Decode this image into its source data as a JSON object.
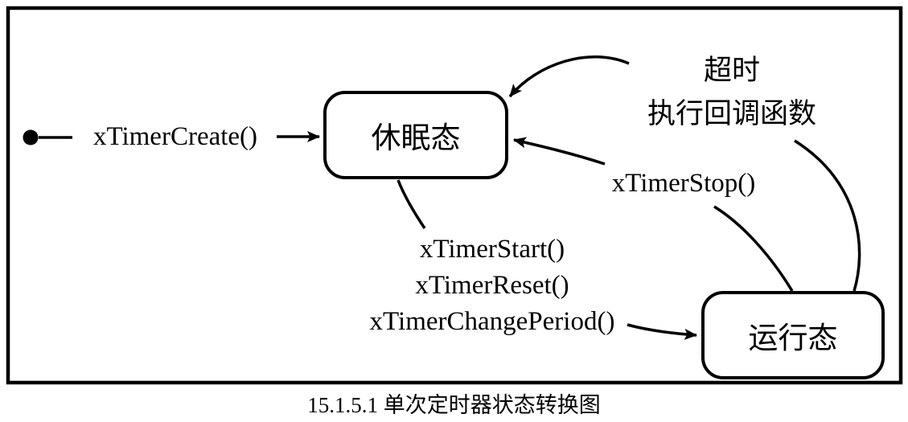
{
  "diagram": {
    "caption": "15.1.5.1  单次定时器状态转换图",
    "states": {
      "dormant": {
        "label": "休眠态"
      },
      "running": {
        "label": "运行态"
      }
    },
    "transitions": {
      "create": {
        "label": "xTimerCreate()"
      },
      "start": {
        "line1": "xTimerStart()",
        "line2": "xTimerReset()",
        "line3": "xTimerChangePeriod()"
      },
      "stop": {
        "label": "xTimerStop()"
      },
      "timeout": {
        "line1": "超时",
        "line2": "执行回调函数"
      }
    },
    "colors": {
      "stroke": "#000000",
      "background": "#ffffff"
    }
  }
}
